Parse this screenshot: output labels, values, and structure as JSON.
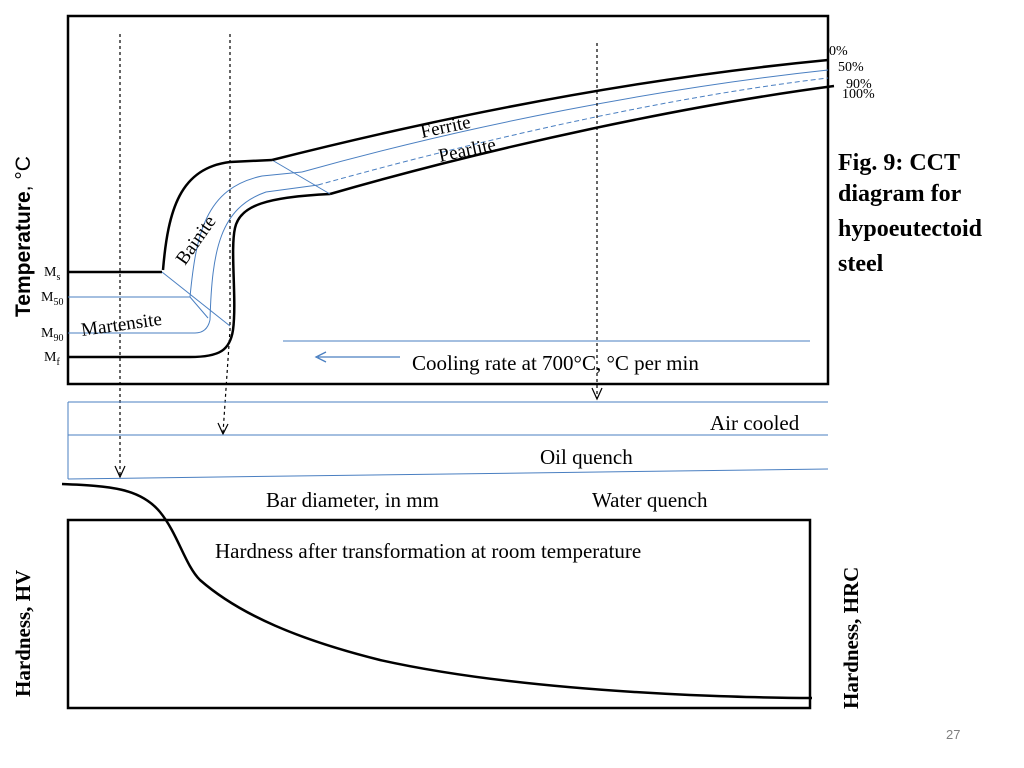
{
  "slide": {
    "page_number": "27"
  },
  "caption": {
    "lines": [
      "Fig. 9: CCT",
      "diagram for",
      "hypoeutectoid",
      "steel"
    ]
  },
  "cct": {
    "y_axis_label_main": "Temperature",
    "y_axis_label_unit": ", °C",
    "regions": {
      "ferrite": "Ferrite",
      "pearlite": "Pearlite",
      "bainite": "Bainite",
      "martensite": "Martensite"
    },
    "martensite_levels": [
      {
        "base": "M",
        "sub": "s"
      },
      {
        "base": "M",
        "sub": "50"
      },
      {
        "base": "M",
        "sub": "90"
      },
      {
        "base": "M",
        "sub": "f"
      }
    ],
    "percent_labels": [
      "0%",
      "50%",
      "90%",
      "100%"
    ],
    "cooling_rate_label": "Cooling rate at 700°C, °C per min"
  },
  "bar_section": {
    "air_cooled": "Air cooled",
    "oil_quench": "Oil quench",
    "bar_diameter": "Bar diameter, in mm",
    "water_quench": "Water quench"
  },
  "hardness": {
    "title": "Hardness after transformation at room temperature",
    "left_axis_label": "Hardness, HV",
    "right_axis_label": "Hardness, HRC"
  },
  "colors": {
    "curve_black": "#000000",
    "curve_blue": "#4a7fc1",
    "text": "#000000",
    "page_number": "#7f7f7f"
  }
}
